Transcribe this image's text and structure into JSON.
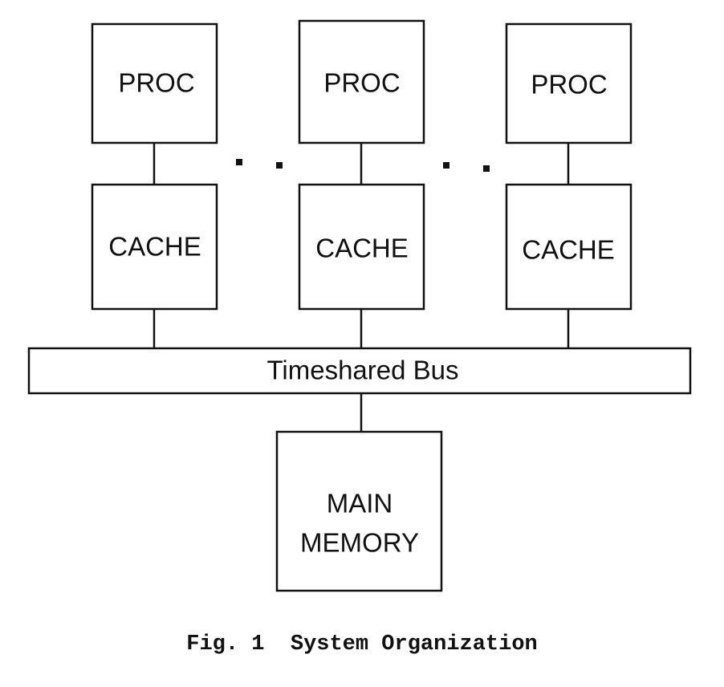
{
  "diagram": {
    "nodes": {
      "proc_1": "PROC",
      "proc_2": "PROC",
      "proc_3": "PROC",
      "cache_1": "CACHE",
      "cache_2": "CACHE",
      "cache_3": "CACHE",
      "bus": "Timeshared Bus",
      "memory_line1": "MAIN",
      "memory_line2": "MEMORY"
    },
    "edges": [
      {
        "from": "proc_1",
        "to": "cache_1"
      },
      {
        "from": "proc_2",
        "to": "cache_2"
      },
      {
        "from": "proc_3",
        "to": "cache_3"
      },
      {
        "from": "cache_1",
        "to": "bus"
      },
      {
        "from": "cache_2",
        "to": "bus"
      },
      {
        "from": "cache_3",
        "to": "bus"
      },
      {
        "from": "bus",
        "to": "main_memory"
      }
    ],
    "ellipses": 2
  },
  "caption": "Fig. 1  System Organization",
  "colors": {
    "line": "#111111",
    "background": "#ffffff"
  }
}
